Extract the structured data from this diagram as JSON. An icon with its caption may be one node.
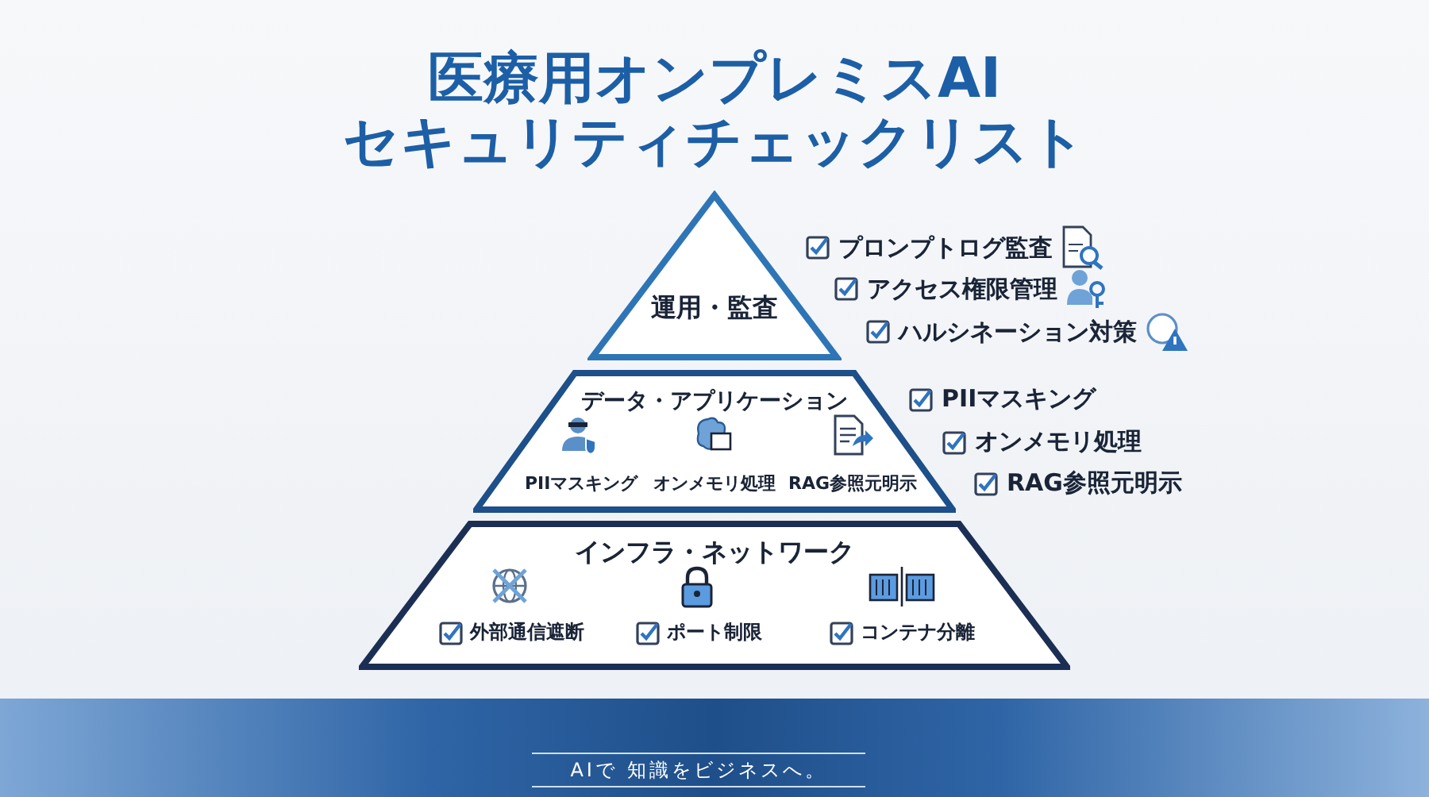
{
  "diagram": {
    "title": "医療用オンプレミスAIセキュリティチェックリスト",
    "nodes": [
      {
        "text": [
          "運用・監査"
        ]
      },
      {
        "text": [
          "データ・アプリケーション",
          "PIIマスキング",
          "オンメモリ処理",
          "RAG参照元明示"
        ]
      },
      {
        "text": [
          "インフラ・ネットワーク",
          "外部通信遮断",
          "ポート制限",
          "コンテナ分離"
        ]
      }
    ],
    "labels": [
      "プロンプトログ監査",
      "アクセス権限管理",
      "ハルシネーション対策",
      "PIIマスキング",
      "オンメモリ処理",
      "RAG参照元明示",
      "AIで 知識をビジネスへ。"
    ]
  }
}
